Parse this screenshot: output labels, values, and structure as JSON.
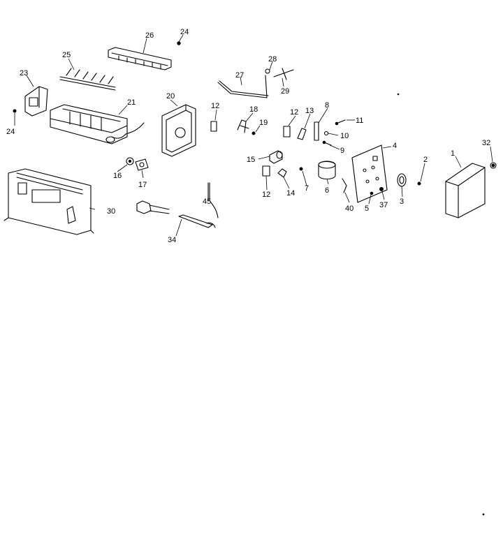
{
  "callouts": {
    "c1": "1",
    "c2": "2",
    "c3": "3",
    "c4": "4",
    "c5": "5",
    "c6": "6",
    "c7": "7",
    "c8": "8",
    "c9": "9",
    "c10": "10",
    "c11": "11",
    "c12a": "12",
    "c12b": "12",
    "c12c": "12",
    "c13": "13",
    "c14": "14",
    "c15": "15",
    "c16": "16",
    "c17": "17",
    "c18": "18",
    "c19": "19",
    "c20": "20",
    "c21": "21",
    "c23": "23",
    "c24a": "24",
    "c24b": "24",
    "c25": "25",
    "c26": "26",
    "c27": "27",
    "c28": "28",
    "c29": "29",
    "c30": "30",
    "c32": "32",
    "c34": "34",
    "c37": "37",
    "c40": "40",
    "c45": "45"
  }
}
